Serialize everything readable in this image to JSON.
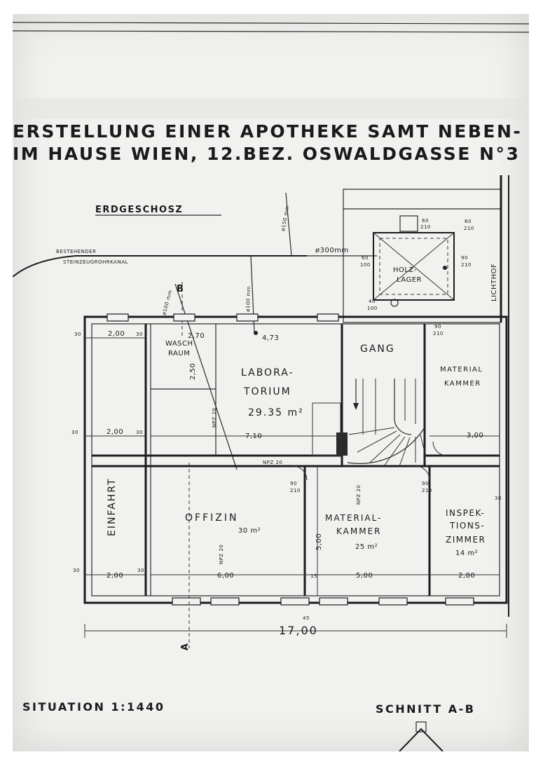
{
  "title": {
    "line1": "ERSTELLUNG EINER APOTHEKE SAMT NEBEN-",
    "line2": "IM HAUSE WIEN, 12.BEZ. OSWALDGASSE N°3"
  },
  "floor_label": "ERDGESCHOSZ",
  "sewer_label": {
    "line1": "BESTEHENDER",
    "line2": "STEINZEUGROHRKANAL"
  },
  "pipes": {
    "main": "ø300mm",
    "left": "ø100 mm",
    "mid": "ø100 mm",
    "top": "ø150 mm"
  },
  "rooms": {
    "waschraum": {
      "line1": "WASCH",
      "line2": "RAUM"
    },
    "laboratorium": {
      "line1": "LABORA-",
      "line2": "TORIUM",
      "area": "29.35 m²"
    },
    "gang": "GANG",
    "materialkammer_oben": {
      "line1": "MATERIAL",
      "line2": "KAMMER"
    },
    "holzlager": {
      "line1": "HOLZ-",
      "line2": "LAGER"
    },
    "lichthof": "LICHTHOF",
    "einfahrt": "EINFAHRT",
    "offizin": {
      "name": "OFFIZIN",
      "area": "30 m²"
    },
    "materialkammer_unten": {
      "line1": "MATERIAL-",
      "line2": "KAMMER",
      "area": "25 m²"
    },
    "inspektion": {
      "line1": "INSPEK-",
      "line2": "TIONS-",
      "line3": "ZIMMER",
      "area": "14 m²"
    }
  },
  "dimensions": {
    "d200a": "2,00",
    "d200b": "2,00",
    "d200c": "2,00",
    "d30a": "30",
    "d30b": "30",
    "d30c": "30",
    "d30d": "30",
    "d30e": "30",
    "d30f": "30",
    "d30g": "30",
    "d270": "2,70",
    "d250": "2,50",
    "d473": "4,73",
    "d710": "7,10",
    "d300": "3,00",
    "d600": "6,00",
    "d500h": "5,00",
    "d500v": "5,00",
    "d280": "2,80",
    "d15": "15",
    "d45": "45",
    "total": "17,00"
  },
  "openings": {
    "o60a": "60",
    "o210a": "210",
    "o60b": "60",
    "o210b": "210",
    "o60c": "60",
    "o100": "100",
    "o90a": "90",
    "o210c": "210",
    "o40": "40",
    "o100b": "100",
    "o90b": "90",
    "o210d": "210",
    "o90c": "90",
    "o210e": "210",
    "o90d": "90",
    "o210f": "210"
  },
  "npz": {
    "a": "NPZ 20",
    "b": "NPZ 20",
    "c": "NPZ 20",
    "d": "NPZ 20"
  },
  "section": {
    "a": "A",
    "b": "B"
  },
  "bottom": {
    "situation": "SITUATION 1:1440",
    "schnitt": "SCHNITT A-B"
  }
}
